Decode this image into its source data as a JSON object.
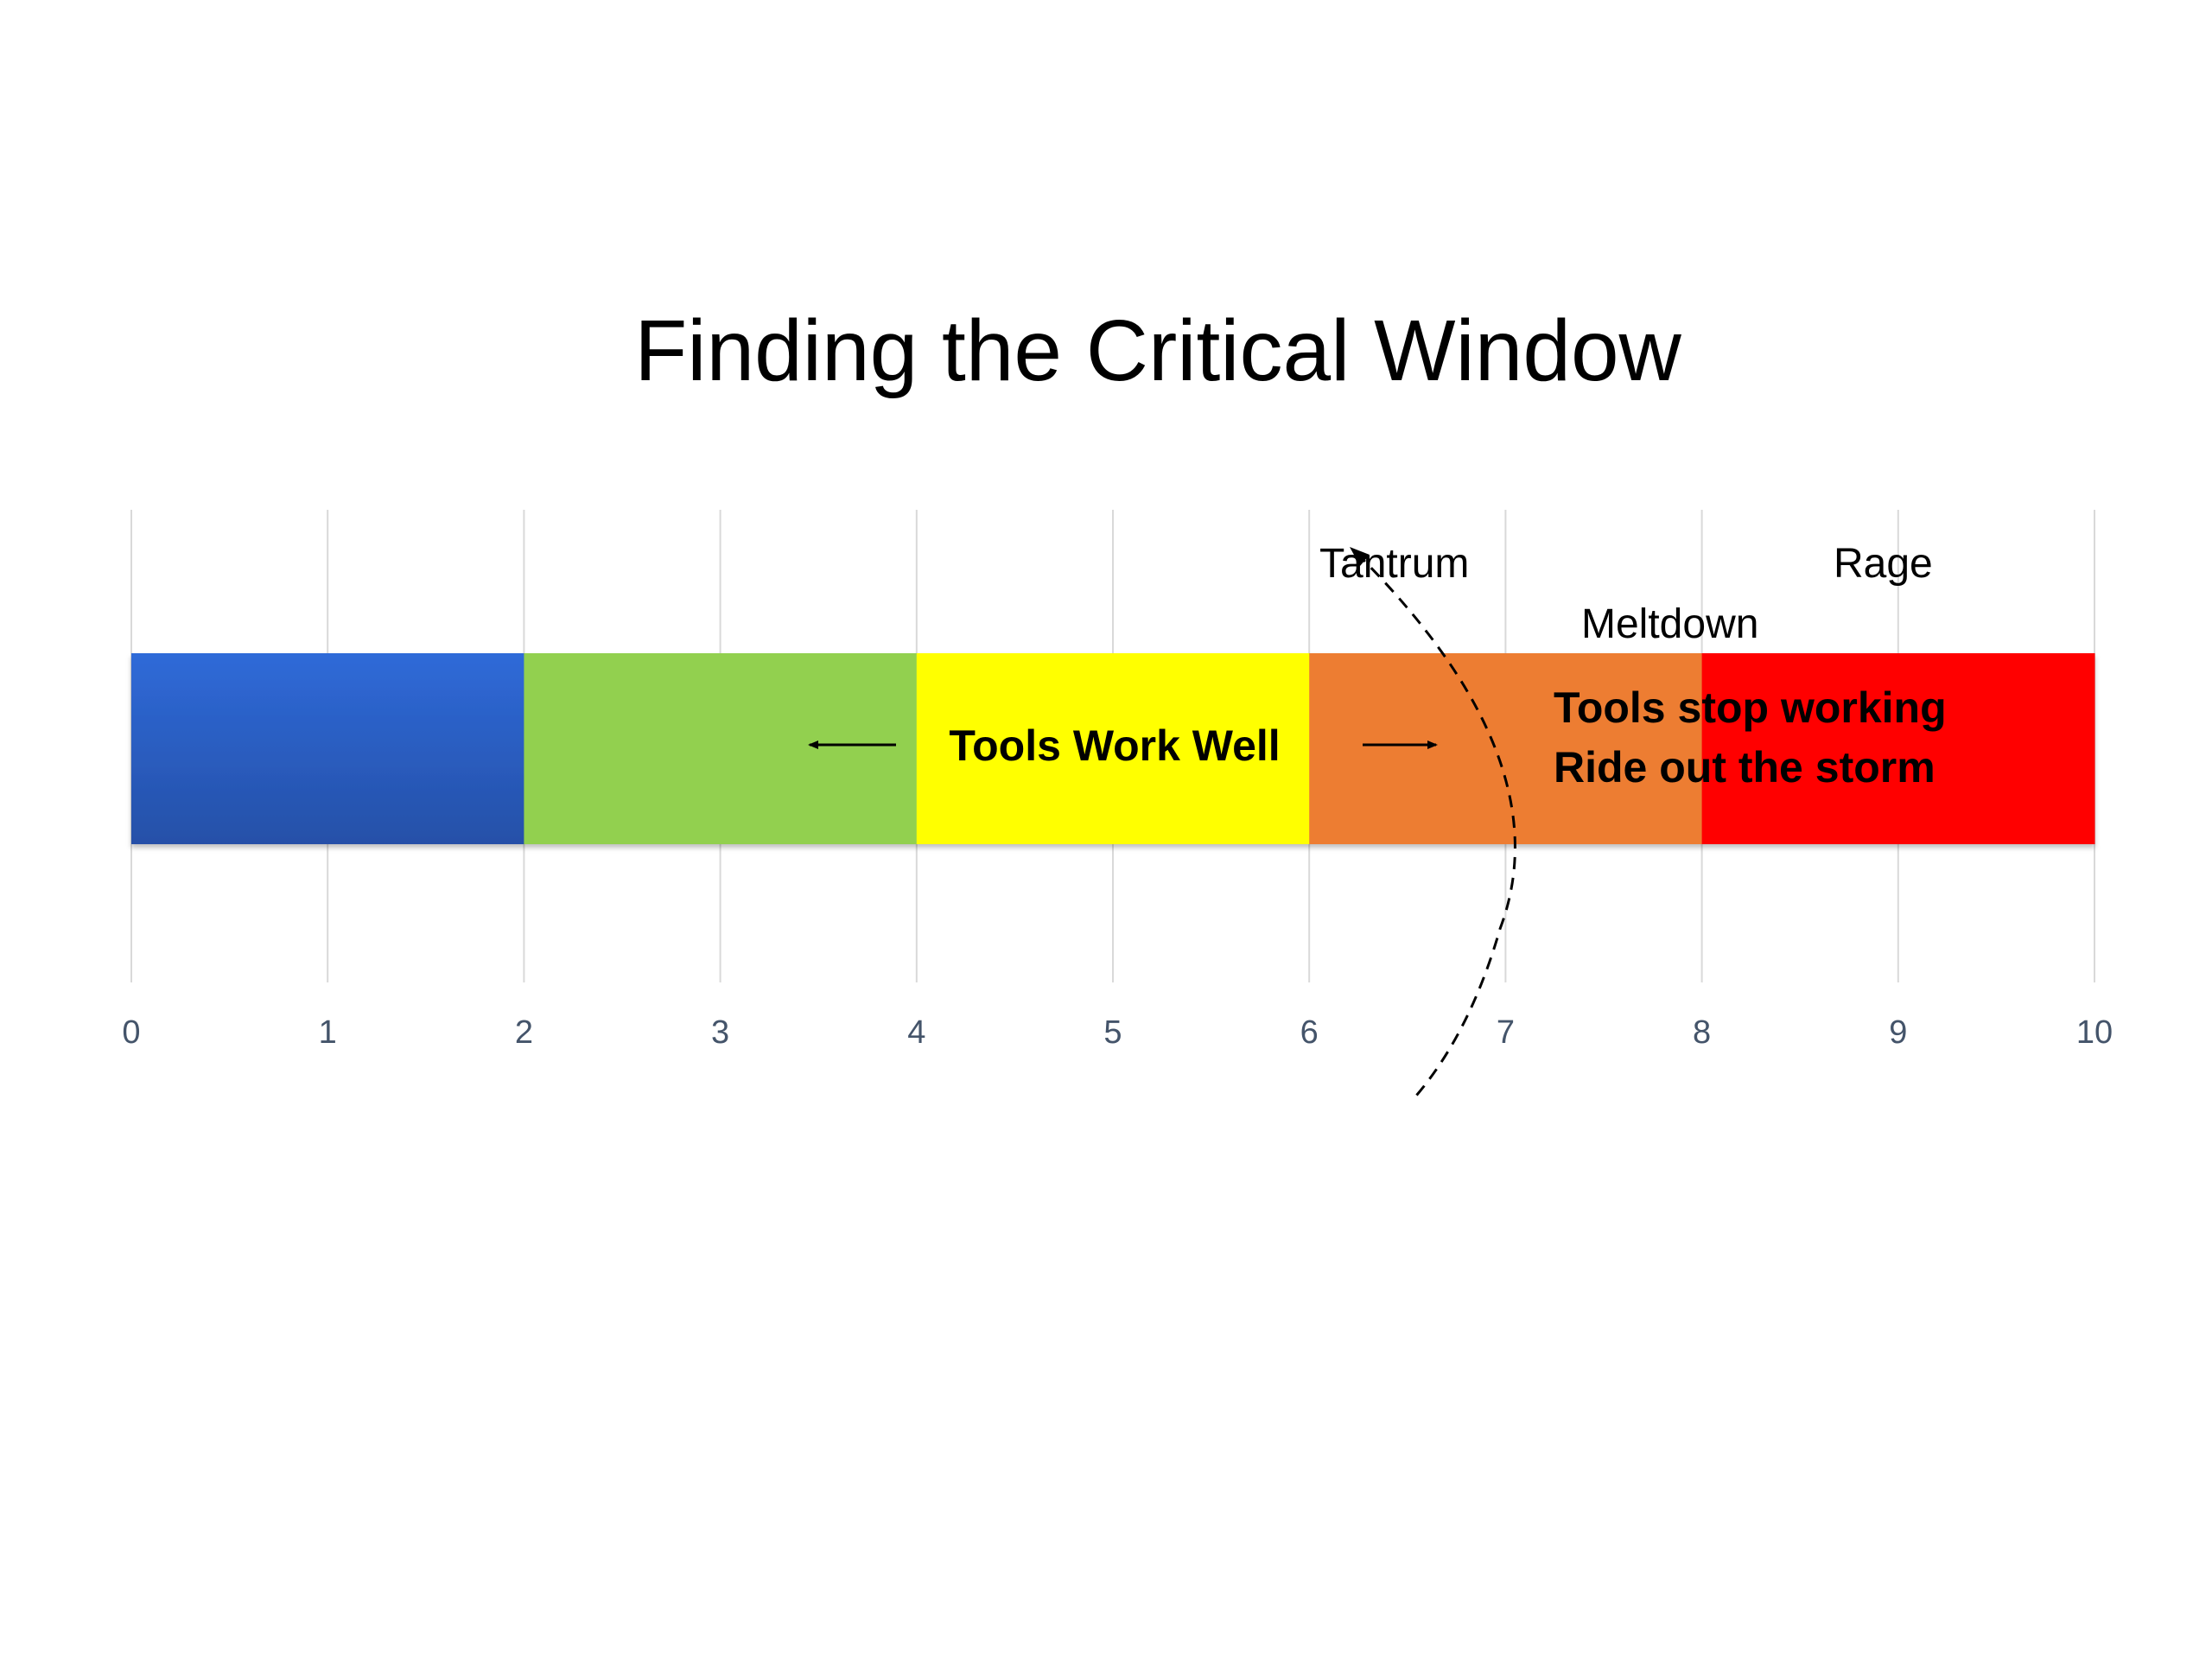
{
  "chart_data": {
    "type": "bar",
    "orientation": "horizontal-stacked",
    "title": "Finding the Critical Window",
    "xlim": [
      0,
      10
    ],
    "grid": true,
    "tick_labels": [
      "0",
      "1",
      "2",
      "3",
      "4",
      "5",
      "6",
      "7",
      "8",
      "9",
      "10"
    ],
    "segments": [
      {
        "start": 0,
        "end": 2,
        "color": "#2E62C8"
      },
      {
        "start": 2,
        "end": 4,
        "color": "#92D050"
      },
      {
        "start": 4,
        "end": 6,
        "color": "#FFFF00"
      },
      {
        "start": 6,
        "end": 8,
        "color": "#ED7D31"
      },
      {
        "start": 8,
        "end": 10,
        "color": "#FF0000"
      }
    ],
    "annotations": {
      "center_label": "Tools Work Well",
      "zone_labels": [
        "Tantrum",
        "Meltdown",
        "Rage"
      ],
      "right_lines": [
        "Tools stop working",
        "Ride out the storm"
      ]
    }
  }
}
